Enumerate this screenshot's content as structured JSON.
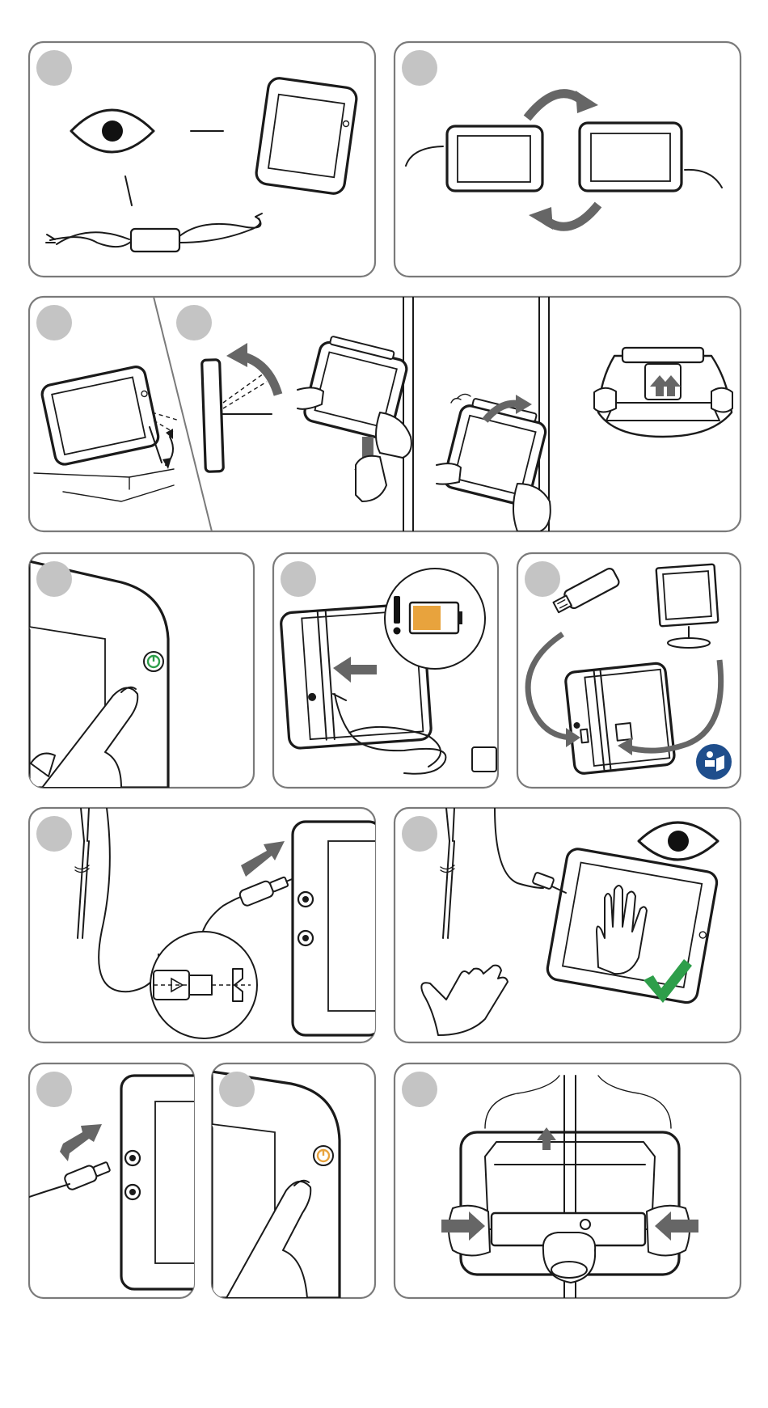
{
  "colors": {
    "frame": "#7a7a7a",
    "badge": "#c4c4c4",
    "line": "#1a1a1a",
    "arrow": "#666666",
    "power_on": "#2e9e4a",
    "power_off": "#e8a33d",
    "battery_low": "#e8a33d",
    "check": "#2e9e4a",
    "manual_badge": "#1f4e8c"
  },
  "panels": [
    {
      "id": "inspect-contents",
      "icons": [
        "eye-icon",
        "tablet-device",
        "power-adapter-cable"
      ]
    },
    {
      "id": "rotate-orientation",
      "icons": [
        "rotate-arrows-icon",
        "tablet-device"
      ]
    },
    {
      "id": "table-stand",
      "icons": [
        "kickstand-icon",
        "tilt-arrow-icon"
      ]
    },
    {
      "id": "pole-mount",
      "icons": [
        "kickstand-fold-arrow-icon",
        "pole-clamp",
        "mount-arrow-icon"
      ]
    },
    {
      "id": "power-on",
      "icons": [
        "finger-press-icon",
        "power-button-green-icon"
      ]
    },
    {
      "id": "charge",
      "icons": [
        "charge-arrow-icon",
        "battery-low-icon",
        "warning-exclamation-icon"
      ]
    },
    {
      "id": "usb-transfer",
      "icons": [
        "usb-stick-icon",
        "monitor-icon",
        "manual-reader-icon"
      ]
    },
    {
      "id": "connect-probe",
      "icons": [
        "connector-arrow-icon",
        "zoom-connector-detail"
      ]
    },
    {
      "id": "verify-probe",
      "icons": [
        "eye-icon",
        "hand-icon",
        "check-icon"
      ]
    },
    {
      "id": "disconnect-probe",
      "icons": [
        "disconnect-arrow-icon"
      ]
    },
    {
      "id": "power-off",
      "icons": [
        "finger-press-icon",
        "power-button-orange-icon"
      ]
    },
    {
      "id": "remove-from-pole",
      "icons": [
        "squeeze-arrows-icon",
        "lift-arrow-icon"
      ]
    }
  ]
}
